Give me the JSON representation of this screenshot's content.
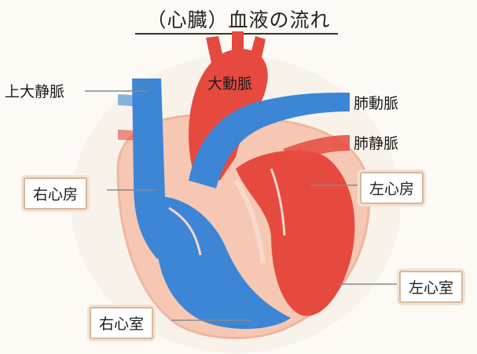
{
  "title": "（心臓）血液の流れ",
  "labels": {
    "superior_vena_cava": "上大静脈",
    "aorta": "大動脈",
    "pulmonary_artery": "肺動脈",
    "pulmonary_vein": "肺静脈",
    "right_atrium": "右心房",
    "left_atrium": "左心房",
    "left_ventricle": "左心室",
    "right_ventricle": "右心室"
  },
  "colors": {
    "deoxygenated_blood": "#3d86d6",
    "oxygenated_blood": "#e64a3f",
    "heart_wall": "#f6c8b4"
  }
}
